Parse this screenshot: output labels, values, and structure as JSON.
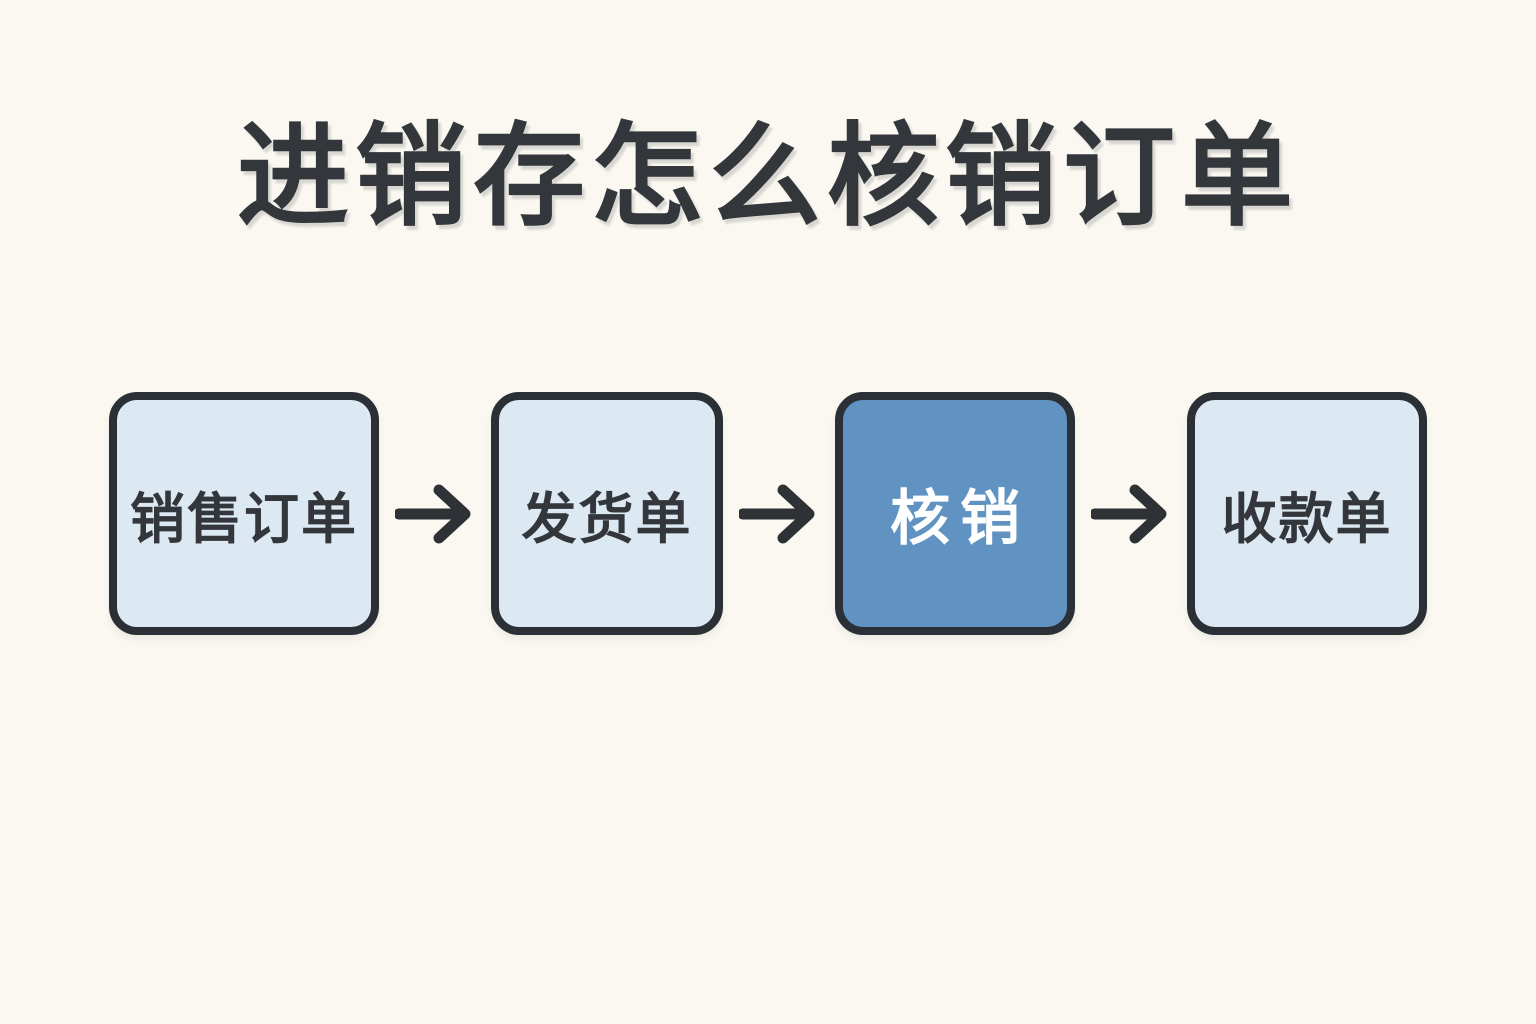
{
  "title": "进销存怎么核销订单",
  "flow": {
    "nodes": [
      {
        "label": "销售订单",
        "style": "light"
      },
      {
        "label": "发货单",
        "style": "light"
      },
      {
        "label": "核销",
        "style": "highlight"
      },
      {
        "label": "收款单",
        "style": "light"
      }
    ],
    "connector": "right-arrow"
  },
  "colors": {
    "background": "#FAF8F1",
    "node_light_fill": "#DCE9F2",
    "node_highlight_fill": "#6093C2",
    "node_border": "#2B2F36",
    "text_dark": "#33363B",
    "text_light": "#FFFFFF",
    "arrow": "#2E3135"
  }
}
